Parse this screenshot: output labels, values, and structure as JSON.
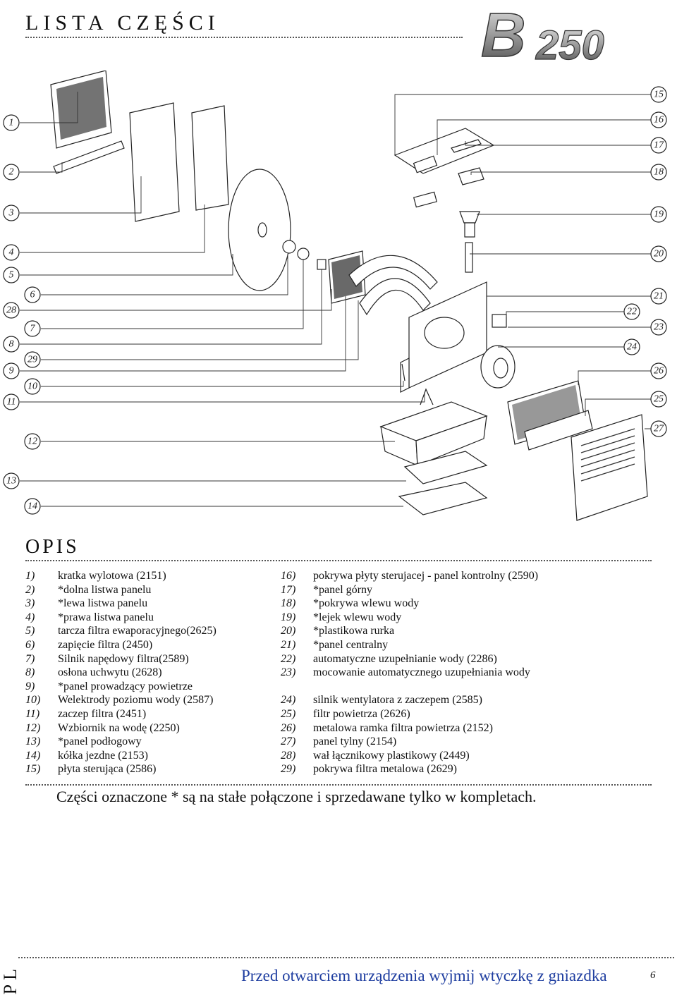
{
  "header": {
    "title": "LISTA CZĘŚCI",
    "model_logo": "B 250"
  },
  "callouts_left": [
    "1",
    "2",
    "3",
    "4",
    "5",
    "28",
    "6",
    "7",
    "8",
    "29",
    "9",
    "10",
    "11",
    "12",
    "13",
    "14"
  ],
  "callouts_right": [
    "15",
    "16",
    "17",
    "18",
    "19",
    "20",
    "21",
    "22",
    "23",
    "24",
    "26",
    "25",
    "27"
  ],
  "section_title": "OPIS",
  "parts_left": [
    {
      "num": "1)",
      "label": "kratka wylotowa (2151)"
    },
    {
      "num": "2)",
      "label": "*dolna listwa panelu"
    },
    {
      "num": "3)",
      "label": "*lewa listwa panelu"
    },
    {
      "num": "4)",
      "label": "*prawa listwa panelu"
    },
    {
      "num": "5)",
      "label": "tarcza filtra ewaporacyjnego(2625)"
    },
    {
      "num": "6)",
      "label": "zapięcie filtra (2450)"
    },
    {
      "num": "7)",
      "label": "Silnik napędowy filtra(2589)"
    },
    {
      "num": "8)",
      "label": "osłona uchwytu (2628)"
    },
    {
      "num": "9)",
      "label": "*panel prowadzący powietrze"
    },
    {
      "num": "10)",
      "label": "Welektrody poziomu wody (2587)"
    },
    {
      "num": "11)",
      "label": "zaczep filtra (2451)"
    },
    {
      "num": "12)",
      "label": "Wzbiornik na wodę (2250)"
    },
    {
      "num": "13)",
      "label": "*panel podłogowy"
    },
    {
      "num": "14)",
      "label": "kółka jezdne (2153)"
    },
    {
      "num": "15)",
      "label": "płyta sterująca (2586)"
    }
  ],
  "parts_right": [
    {
      "num": "16)",
      "label": "pokrywa płyty sterujacej - panel kontrolny (2590)"
    },
    {
      "num": "17)",
      "label": "*panel górny"
    },
    {
      "num": "18)",
      "label": "*pokrywa wlewu wody"
    },
    {
      "num": "19)",
      "label": "*lejek wlewu wody"
    },
    {
      "num": "20)",
      "label": "*plastikowa rurka"
    },
    {
      "num": "21)",
      "label": "*panel centralny"
    },
    {
      "num": "22)",
      "label": "automatyczne uzupełnianie wody (2286)"
    },
    {
      "num": "23)",
      "label": "mocowanie automatycznego uzupełniania wody"
    },
    {
      "num": "24)",
      "label": "silnik wentylatora z zaczepem (2585)"
    },
    {
      "num": "25)",
      "label": "filtr powietrza (2626)"
    },
    {
      "num": "26)",
      "label": "metalowa ramka filtra powietrza (2152)"
    },
    {
      "num": "27)",
      "label": "panel tylny (2154)"
    },
    {
      "num": "28)",
      "label": "wał łącznikowy plastikowy (2449)"
    },
    {
      "num": "29)",
      "label": "pokrywa filtra metalowa (2629)"
    }
  ],
  "note": "Części oznaczone * są na stałe połączone i sprzedawane tylko w kompletach.",
  "footer": {
    "lang": "PL",
    "warning": "Przed otwarciem urządzenia wyjmij wtyczkę z gniazdka",
    "page": "6"
  }
}
